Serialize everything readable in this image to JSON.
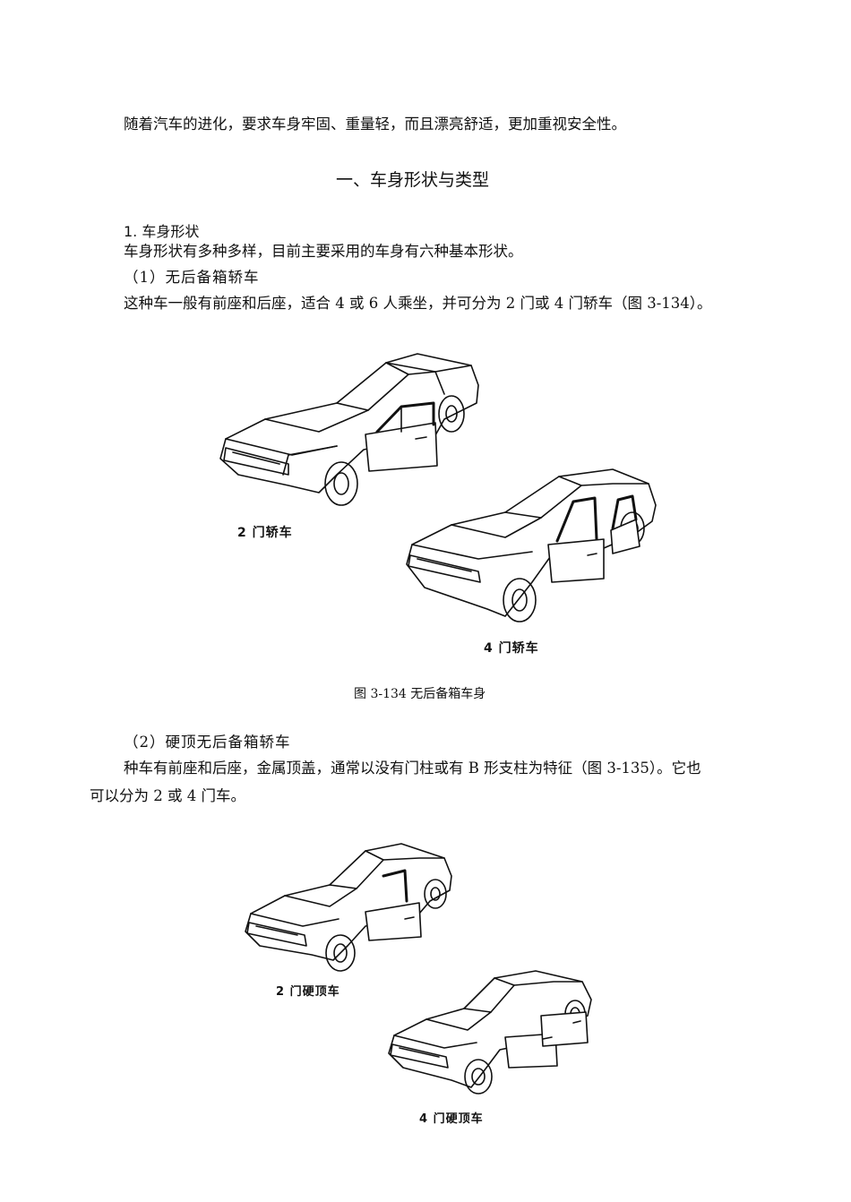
{
  "intro": "随着汽车的进化，要求车身牢固、重量轻，而且漂亮舒适，更加重视安全性。",
  "section_title": "一、车身形状与类型",
  "subsection_title": "1. 车身形状",
  "para_shapes": "车身形状有多种多样，目前主要采用的车身有六种基本形状。",
  "item1": {
    "title": "（1）无后备箱轿车",
    "text": "这种车一般有前座和后座，适合 4 或 6 人乘坐，并可分为 2 门或 4 门轿车（图 3-134）。"
  },
  "figure1": {
    "label_2door": "2 门轿车",
    "label_4door": "4 门轿车",
    "caption": "图 3-134  无后备箱车身"
  },
  "item2": {
    "title": "（2）硬顶无后备箱轿车",
    "text_line1": "种车有前座和后座，金属顶盖，通常以没有门柱或有 B 形支柱为特征（图 3-135）。它也",
    "text_line2": "可以分为 2 或 4 门车。"
  },
  "figure2": {
    "label_2door": "2 门硬顶车",
    "label_4door": "4 门硬顶车"
  }
}
